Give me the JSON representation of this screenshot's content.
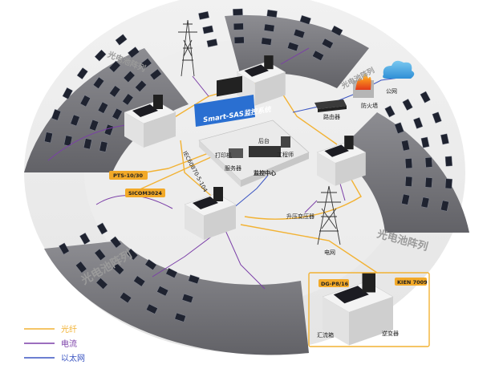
{
  "labels": {
    "array_left_top": "光电池阵列",
    "array_right_top": "光电池阵列",
    "array_right_bottom": "光电池阵列",
    "array_bottom": "光电池阵列",
    "system": "Smart-SAS监控系统",
    "monitor_center": "监控中心",
    "printer": "打印机",
    "workstation": "工程师",
    "server": "服务器",
    "router": "路由器",
    "firewall": "防火墙",
    "internet": "公网",
    "pts_tag": "PTS-10/30",
    "sicom_tag": "SICOM3024",
    "step_up": "升压变压器",
    "grid": "电网",
    "ring_text": "IEC60870-5-104",
    "host": "后台",
    "dg_tag": "DG-P8/16",
    "kien_tag": "KIEN 7009",
    "combiner": "汇流箱",
    "inverter": "逆变器"
  },
  "legend": {
    "items": [
      {
        "label": "光纤",
        "color": "#f2b233"
      },
      {
        "label": "电流",
        "color": "#7b3fa8"
      },
      {
        "label": "以太网",
        "color": "#3b55c2"
      }
    ]
  },
  "colors": {
    "fiber": "#f2b233",
    "current": "#7b3fa8",
    "ethernet": "#3b55c2",
    "tag_bg": "#f2a928",
    "system_bg": "#2a6fd1",
    "fan_dark": "#6b6b70",
    "fan_light": "#a7a7ab"
  }
}
